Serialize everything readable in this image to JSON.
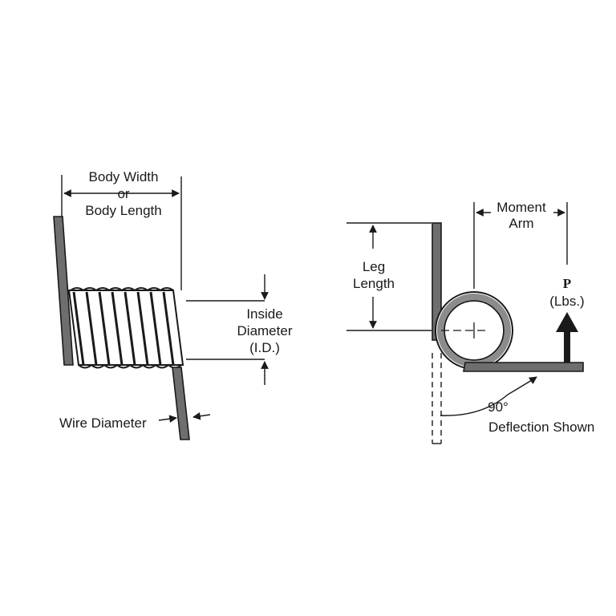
{
  "left_figure": {
    "body_width_line1": "Body Width",
    "body_width_line2": "or",
    "body_width_line3": "Body Length",
    "inside_diameter_line1": "Inside",
    "inside_diameter_line2": "Diameter",
    "inside_diameter_line3": "(I.D.)",
    "wire_diameter": "Wire Diameter"
  },
  "right_figure": {
    "leg_length_line1": "Leg",
    "leg_length_line2": "Length",
    "moment_arm_line1": "Moment",
    "moment_arm_line2": "Arm",
    "load_symbol": "P",
    "load_units": "(Lbs.)",
    "deflection_angle": "90°",
    "deflection_text": "Deflection Shown"
  },
  "colors": {
    "ink": "#1a1a1a",
    "spring_fill": "#6e6e6e",
    "background": "#ffffff"
  }
}
